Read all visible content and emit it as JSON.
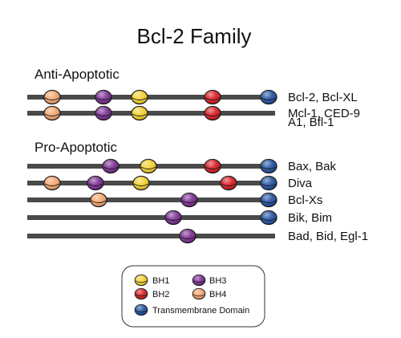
{
  "title": "Bcl-2 Family",
  "colors": {
    "bh1": "#f2cf2b",
    "bh2": "#d6181f",
    "bh3": "#7a2b91",
    "bh4": "#f4a46b",
    "tm": "#1f4fa0",
    "line": "#4a4a4a"
  },
  "anti": {
    "heading": "Anti-Apoptotic",
    "proteins": [
      {
        "label": "Bcl-2, Bcl-XL",
        "domains": [
          "bh4",
          "bh3",
          "bh1",
          "bh2",
          "tm"
        ]
      },
      {
        "label": "Mcl-1, CED-9",
        "domains": [
          "bh4",
          "bh3",
          "bh1",
          "bh2"
        ]
      },
      {
        "label": "A1, Bfl-1",
        "domains": []
      }
    ]
  },
  "pro": {
    "heading": "Pro-Apoptotic",
    "proteins": [
      {
        "label": "Bax, Bak",
        "domains": [
          "bh3",
          "bh1",
          "bh2",
          "tm"
        ]
      },
      {
        "label": "Diva",
        "domains": [
          "bh4",
          "bh3",
          "bh1",
          "bh2",
          "tm"
        ]
      },
      {
        "label": "Bcl-Xs",
        "domains": [
          "bh4",
          "bh3",
          "tm"
        ]
      },
      {
        "label": "Bik, Bim",
        "domains": [
          "bh3",
          "tm"
        ]
      },
      {
        "label": "Bad, Bid, Egl-1",
        "domains": [
          "bh3"
        ]
      }
    ]
  },
  "legend": {
    "bh1": "BH1",
    "bh2": "BH2",
    "bh3": "BH3",
    "bh4": "BH4",
    "tm": "Transmembrane Domain"
  }
}
